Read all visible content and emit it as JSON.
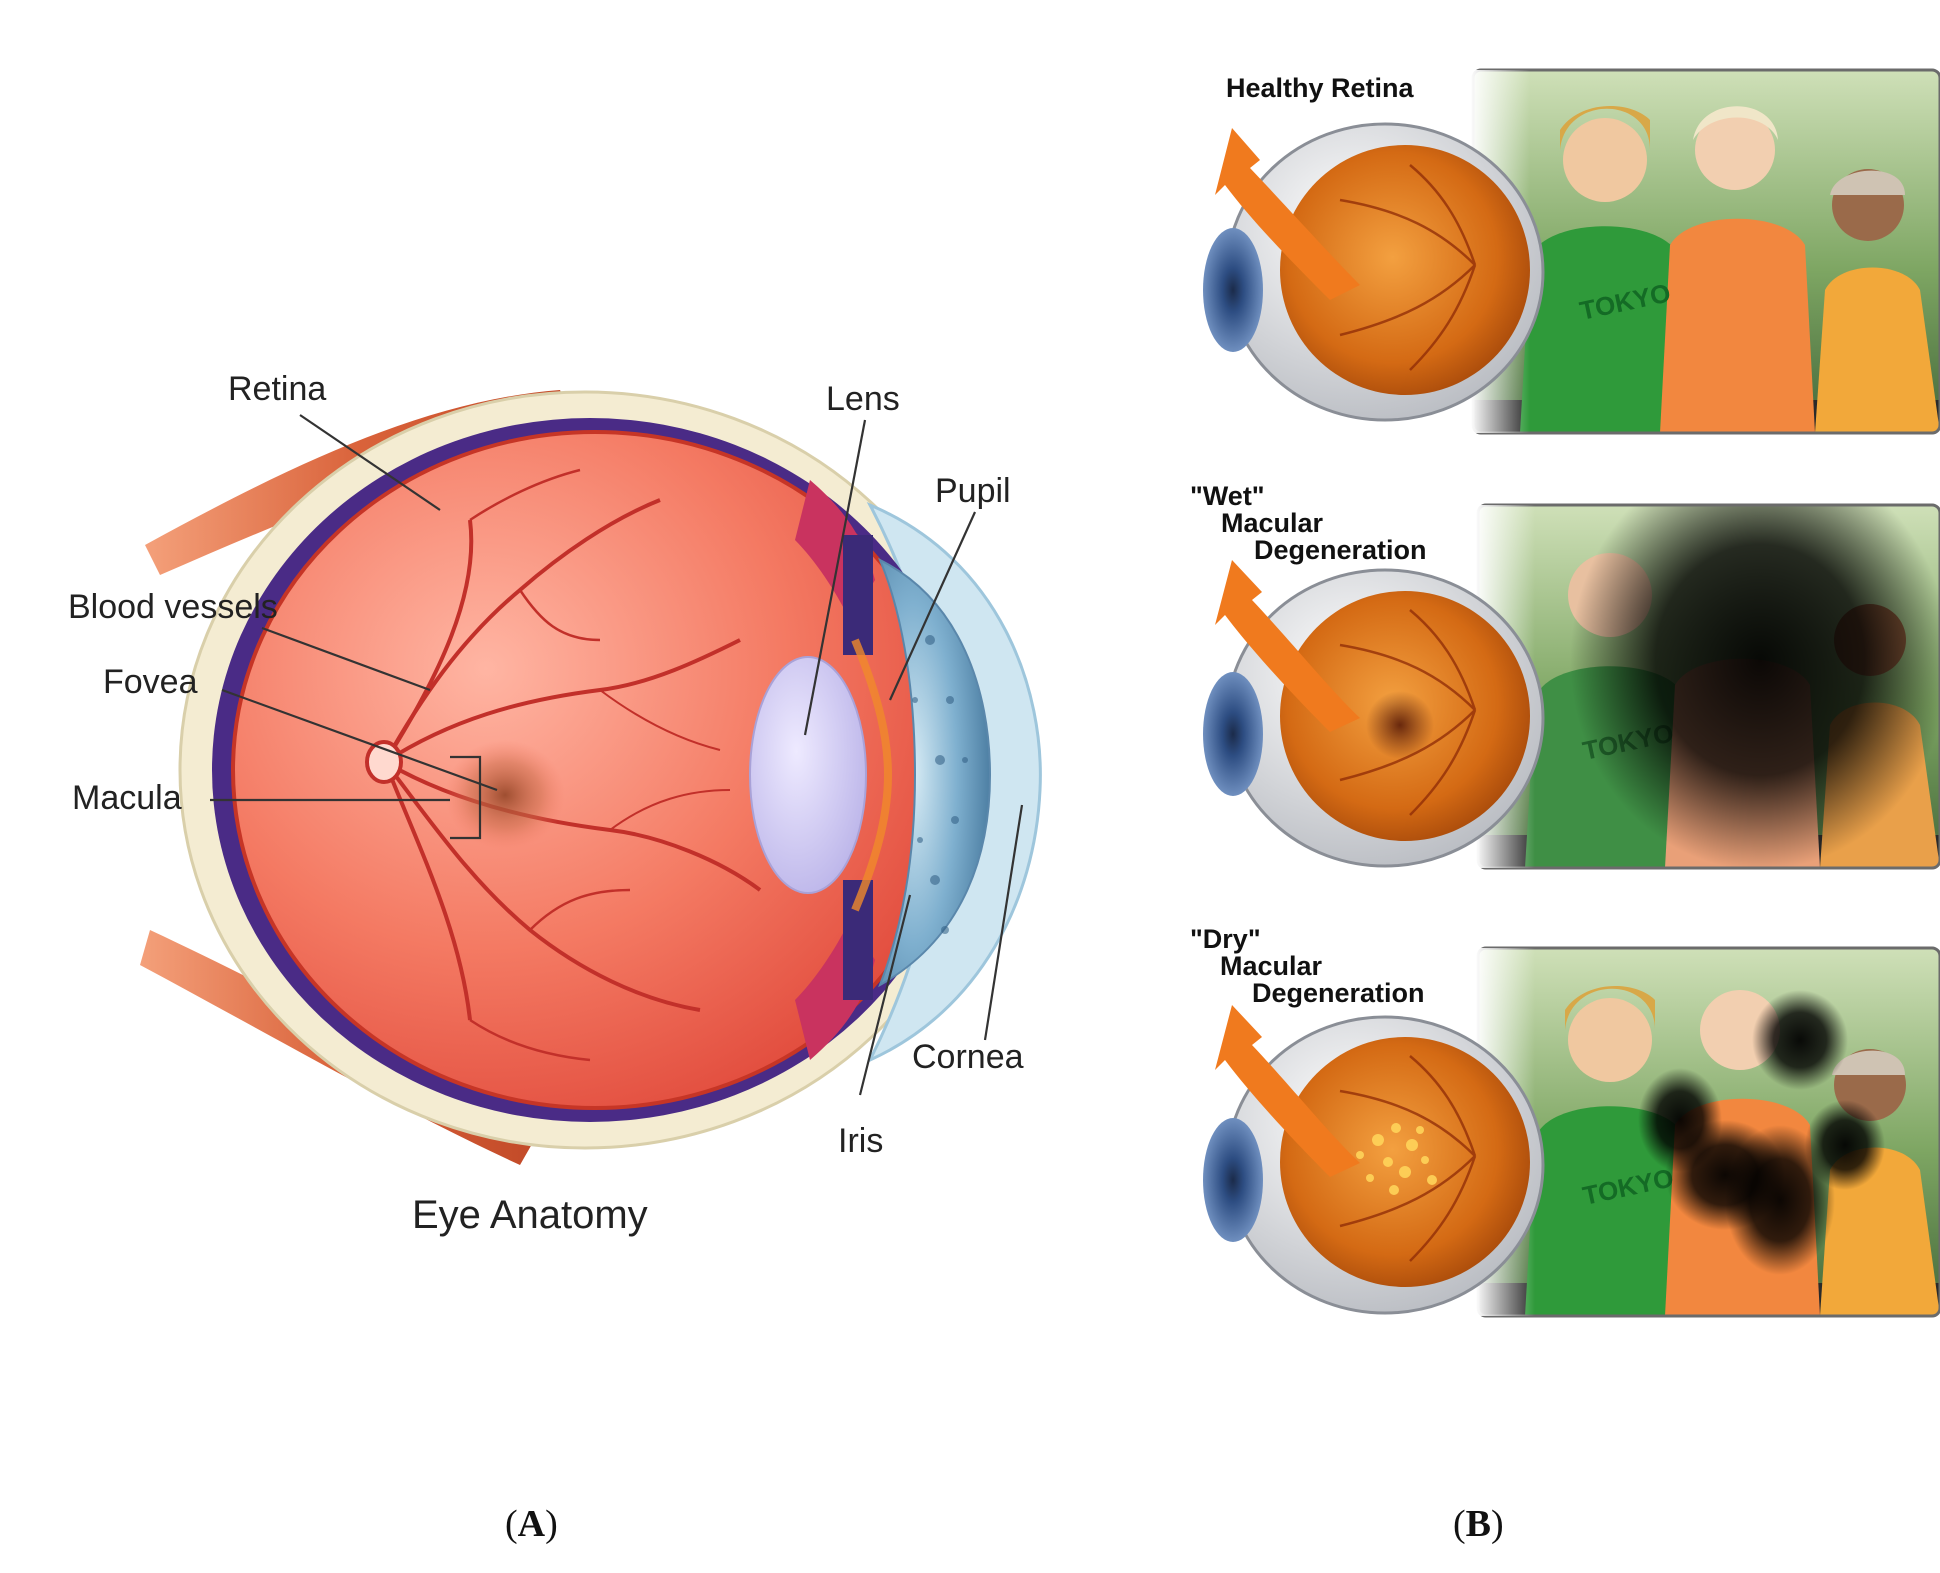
{
  "panel_a": {
    "title": "Eye Anatomy",
    "labels": {
      "retina": "Retina",
      "lens": "Lens",
      "pupil": "Pupil",
      "blood_vessels": "Blood vessels",
      "fovea": "Fovea",
      "macula": "Macula",
      "cornea": "Cornea",
      "iris": "Iris"
    },
    "caption_open": "(",
    "caption_letter": "A",
    "caption_close": ")"
  },
  "panel_b": {
    "rows": [
      {
        "label_lines": [
          "Healthy Retina"
        ]
      },
      {
        "label_lines": [
          "\"Wet\"",
          "Macular",
          "Degeneration"
        ]
      },
      {
        "label_lines": [
          "\"Dry\"",
          "Macular",
          "Degeneration"
        ]
      }
    ],
    "shirt_text": "TOKYO",
    "caption_open": "(",
    "caption_letter": "B",
    "caption_close": ")"
  },
  "colors": {
    "retina_red": "#f0735e",
    "muscle": "#d9623a",
    "sclera": "#f4ecd2",
    "choroid": "#4a2b86",
    "iris_blue": "#6f9fc2",
    "lens": "#c9c4ef",
    "arrow_orange": "#f07a1e",
    "fundus_orange": "#d9731c",
    "green_shirt": "#2f9a3a",
    "orange_shirt": "#f2873f"
  }
}
